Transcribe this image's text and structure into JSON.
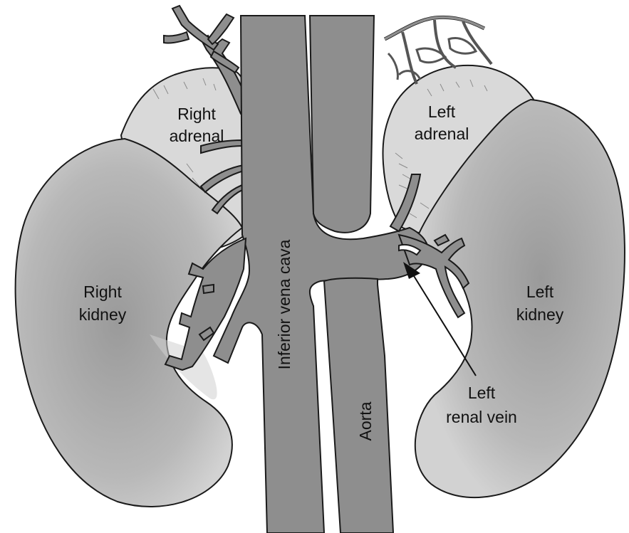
{
  "labels": {
    "right_adrenal": [
      "Right",
      "adrenal"
    ],
    "left_adrenal": [
      "Left",
      "adrenal"
    ],
    "right_kidney": [
      "Right",
      "kidney"
    ],
    "left_kidney": [
      "Left",
      "kidney"
    ],
    "inferior_vena_cava": "Inferior vena cava",
    "aorta": "Aorta",
    "left_renal_vein": [
      "Left",
      "renal vein"
    ]
  },
  "colors": {
    "kidney": "#b4b4b4",
    "kidney_light": "#d6d6d6",
    "adrenal": "#d9d9d9",
    "vessel": "#8e8e8e",
    "outline": "#1a1a1a",
    "background": "#ffffff"
  }
}
